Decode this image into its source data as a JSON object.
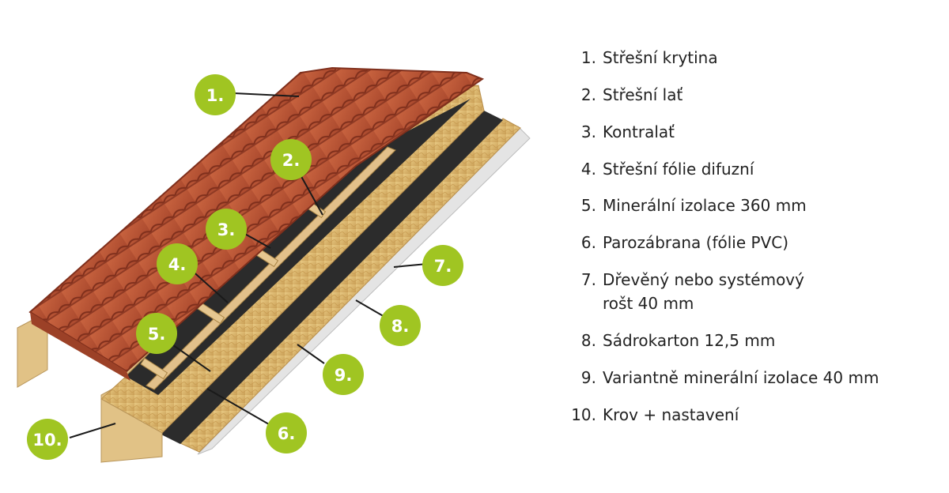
{
  "colors": {
    "accent_badge": "#a0c522",
    "tile": "#c0573a",
    "tile_dark": "#8f3a24",
    "insulation": "#d8b36a",
    "membrane": "#2a2a2a",
    "wood": "#e3c48f",
    "drywall": "#e6e6e6"
  },
  "callouts": [
    {
      "label": "1.",
      "icon": "roof-tile-icon"
    },
    {
      "label": "2.",
      "icon": "batten-icon"
    },
    {
      "label": "3.",
      "icon": "counter-batten-icon"
    },
    {
      "label": "4.",
      "icon": "membrane-icon"
    },
    {
      "label": "5.",
      "icon": "insulation-icon"
    },
    {
      "label": "6.",
      "icon": "vapor-barrier-icon"
    },
    {
      "label": "7.",
      "icon": "grid-icon"
    },
    {
      "label": "8.",
      "icon": "drywall-icon"
    },
    {
      "label": "9.",
      "icon": "insulation-thin-icon"
    },
    {
      "label": "10.",
      "icon": "rafter-icon"
    }
  ],
  "legend": [
    {
      "num": "1.",
      "text": "Střešní krytina"
    },
    {
      "num": "2.",
      "text": "Střešní lať"
    },
    {
      "num": "3.",
      "text": "Kontralať"
    },
    {
      "num": "4.",
      "text": "Střešní fólie difuzní"
    },
    {
      "num": "5.",
      "text": "Minerální izolace 360 mm"
    },
    {
      "num": "6.",
      "text": "Parozábrana (fólie PVC)"
    },
    {
      "num": "7.",
      "text": "Dřevěný nebo systémový",
      "text2": "rošt 40 mm"
    },
    {
      "num": "8.",
      "text": "Sádrokarton 12,5 mm"
    },
    {
      "num": "9.",
      "text": "Variantně minerální izolace 40 mm"
    },
    {
      "num": "10.",
      "text": "Krov + nastavení"
    }
  ]
}
